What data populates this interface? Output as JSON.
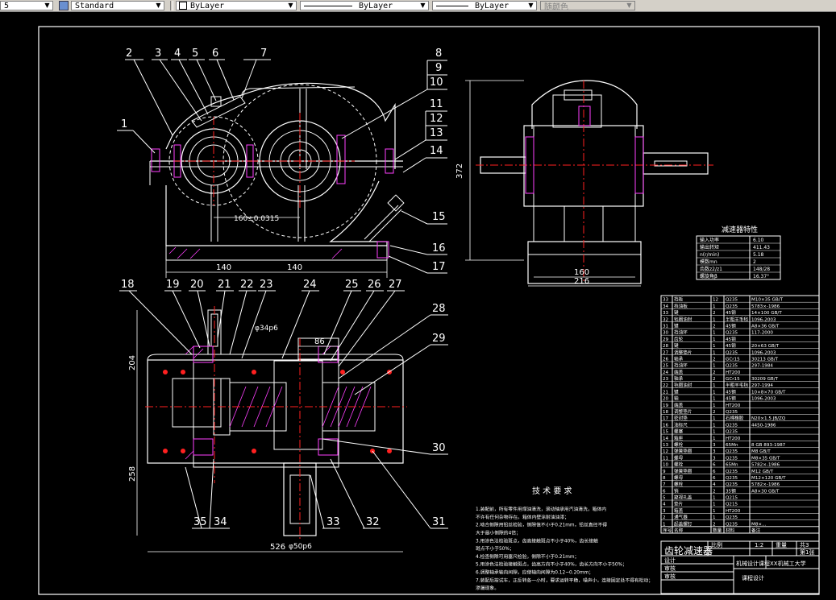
{
  "toolbar": {
    "partial_left": "5",
    "text_style": "Standard",
    "layer": "ByLayer",
    "linetype": "ByLayer",
    "lineweight": "ByLayer",
    "color": "随颜色"
  },
  "balloons": [
    "1",
    "2",
    "3",
    "4",
    "5",
    "6",
    "7",
    "8",
    "9",
    "10",
    "11",
    "12",
    "13",
    "14",
    "15",
    "16",
    "17",
    "18",
    "19",
    "20",
    "21",
    "22",
    "23",
    "24",
    "25",
    "26",
    "27",
    "28",
    "29",
    "30",
    "31",
    "32",
    "33",
    "34",
    "35"
  ],
  "dimensions": {
    "center_distance": "160±0.0315",
    "base_left": "140",
    "base_right": "140",
    "height_372": "372",
    "width_160": "160",
    "width_216": "216",
    "top_204": "204",
    "bottom_258": "258",
    "overall_526": "526",
    "d86": "86",
    "phi34p6": "φ34p6",
    "phi50p6": "φ50p6"
  },
  "characteristics_table": {
    "title": "减速器特性",
    "rows": [
      [
        "输入功率",
        "6.10"
      ],
      [
        "输出转矩",
        "411.43"
      ],
      [
        "n(r/min)",
        "5.18"
      ],
      [
        "模数mn",
        "2"
      ],
      [
        "齿数z2/z1",
        "148/28"
      ],
      [
        "螺旋角β",
        "16.37°"
      ]
    ]
  },
  "bom_rows": [
    [
      "33",
      "挡板",
      "12",
      "Q235",
      "M10×35  GB/T"
    ],
    [
      "34",
      "挡油板",
      "1",
      "Q235",
      "5783×-1986"
    ],
    [
      "33",
      "键",
      "2",
      "45钢",
      "14×100  GB/T"
    ],
    [
      "32",
      "毡圈油封",
      "1",
      "半粗羊毛毡",
      "1096-2003"
    ],
    [
      "31",
      "键",
      "2",
      "45钢",
      "A8×36  GB/T"
    ],
    [
      "30",
      "挡油环",
      "1",
      "Q235",
      "117-2000"
    ],
    [
      "29",
      "齿轮",
      "1",
      "45钢",
      ""
    ],
    [
      "28",
      "键",
      "1",
      "45钢",
      "20×63  GB/T"
    ],
    [
      "27",
      "调整垫片",
      "1",
      "Q235",
      "1096-2003"
    ],
    [
      "26",
      "轴承",
      "2",
      "GCr15",
      "30213  GB/T"
    ],
    [
      "25",
      "挡油环",
      "1",
      "Q235",
      "297-1984"
    ],
    [
      "24",
      "端盖",
      "2",
      "HT200",
      ""
    ],
    [
      "23",
      "轴承",
      "2",
      "GCr15",
      "30209  GB/T"
    ],
    [
      "22",
      "毡圈油封",
      "1",
      "半粗羊毛毡",
      "297-1994"
    ],
    [
      "21",
      "键",
      "1",
      "45钢",
      "10×8×70 GB/T"
    ],
    [
      "20",
      "轴",
      "1",
      "45钢",
      "1096-2003"
    ],
    [
      "19",
      "端盖",
      "1",
      "HT200",
      ""
    ],
    [
      "18",
      "调整垫片",
      "2",
      "Q235",
      ""
    ],
    [
      "17",
      "密封垫",
      "1",
      "石棉橡胶",
      "N20×1.5  JB/ZQ"
    ],
    [
      "16",
      "油标尺",
      "1",
      "Q235",
      "4450-1986"
    ],
    [
      "15",
      "螺塞",
      "1",
      "Q235",
      ""
    ],
    [
      "14",
      "箱座",
      "1",
      "HT200",
      ""
    ],
    [
      "13",
      "螺栓",
      "3",
      "65Mn",
      "8  GB 893-1987"
    ],
    [
      "12",
      "弹簧垫圈",
      "3",
      "Q235",
      "M8  GB/T"
    ],
    [
      "11",
      "螺母",
      "3",
      "Q235",
      "M8×35  GB/T"
    ],
    [
      "10",
      "螺栓",
      "6",
      "65Mn",
      "5782×-1986"
    ],
    [
      "9",
      "弹簧垫圈",
      "6",
      "Q235",
      "M12  GB/T"
    ],
    [
      "8",
      "螺母",
      "6",
      "Q235",
      "M12×120 GB/T"
    ],
    [
      "7",
      "螺栓",
      "4",
      "Q235",
      "5782×-1986"
    ],
    [
      "6",
      "销",
      "2",
      "35钢",
      "A8×30  GB/T"
    ],
    [
      "5",
      "窥视孔盖",
      "1",
      "Q215",
      ""
    ],
    [
      "4",
      "垫片",
      "1",
      "Q215",
      ""
    ],
    [
      "3",
      "箱盖",
      "1",
      "HT200",
      ""
    ],
    [
      "2",
      "通气器",
      "1",
      "Q235",
      ""
    ],
    [
      "1",
      "起盖螺钉",
      "2",
      "Q235",
      "M8×..."
    ]
  ],
  "bom_header": [
    "序号",
    "名称",
    "数量",
    "材料",
    "备注"
  ],
  "title_block": {
    "title": "齿轮减速器",
    "scale_label": "比例",
    "scale": "1:2",
    "sheet_label": "重量",
    "sheet_total": "共3",
    "sheet_no": "第1张",
    "designer_label": "设计",
    "checker_label": "审核",
    "course_label": "机械设计课程",
    "school": "XX机械工大学",
    "course_sub": "课程设计",
    "approve_label": "审核"
  },
  "tech_req": {
    "title": "技 术 要 求",
    "lines": [
      "1.装配前，所有零件用煤油清洗，滚动轴承用汽油清洗，箱体内",
      "  不许有任何杂物存在。箱体内壁涂耐油油漆；",
      "2.啮合侧隙用铅丝检验，侧隙值不小于0.21mm，铅丝直径不得",
      "  大于最小侧隙的4倍；",
      "3.用涂色法检验斑点，齿高接触斑点不小于40%，齿长接触",
      "  斑点不小于50%；",
      "4.检查侧隙可用塞尺检验，侧隙不小于0.21mm；",
      "5.用涂色法检验接触斑点，齿高方向不小于40%，齿长方向不小于50%；",
      "6.调整轴承轴向间隙，应使轴向间隙为0.12~0.20mm；",
      "7.装配后按试车，正反转各一小时，要求运转平稳，噪声小，连接固定处不得有松动；",
      "  渗漏现象。"
    ]
  },
  "colors": {
    "canvas": "#000000",
    "line_white": "#ffffff",
    "line_red": "#ff2020",
    "line_magenta": "#ff40ff",
    "line_green": "#40ff40",
    "line_cyan": "#20e0e0"
  }
}
